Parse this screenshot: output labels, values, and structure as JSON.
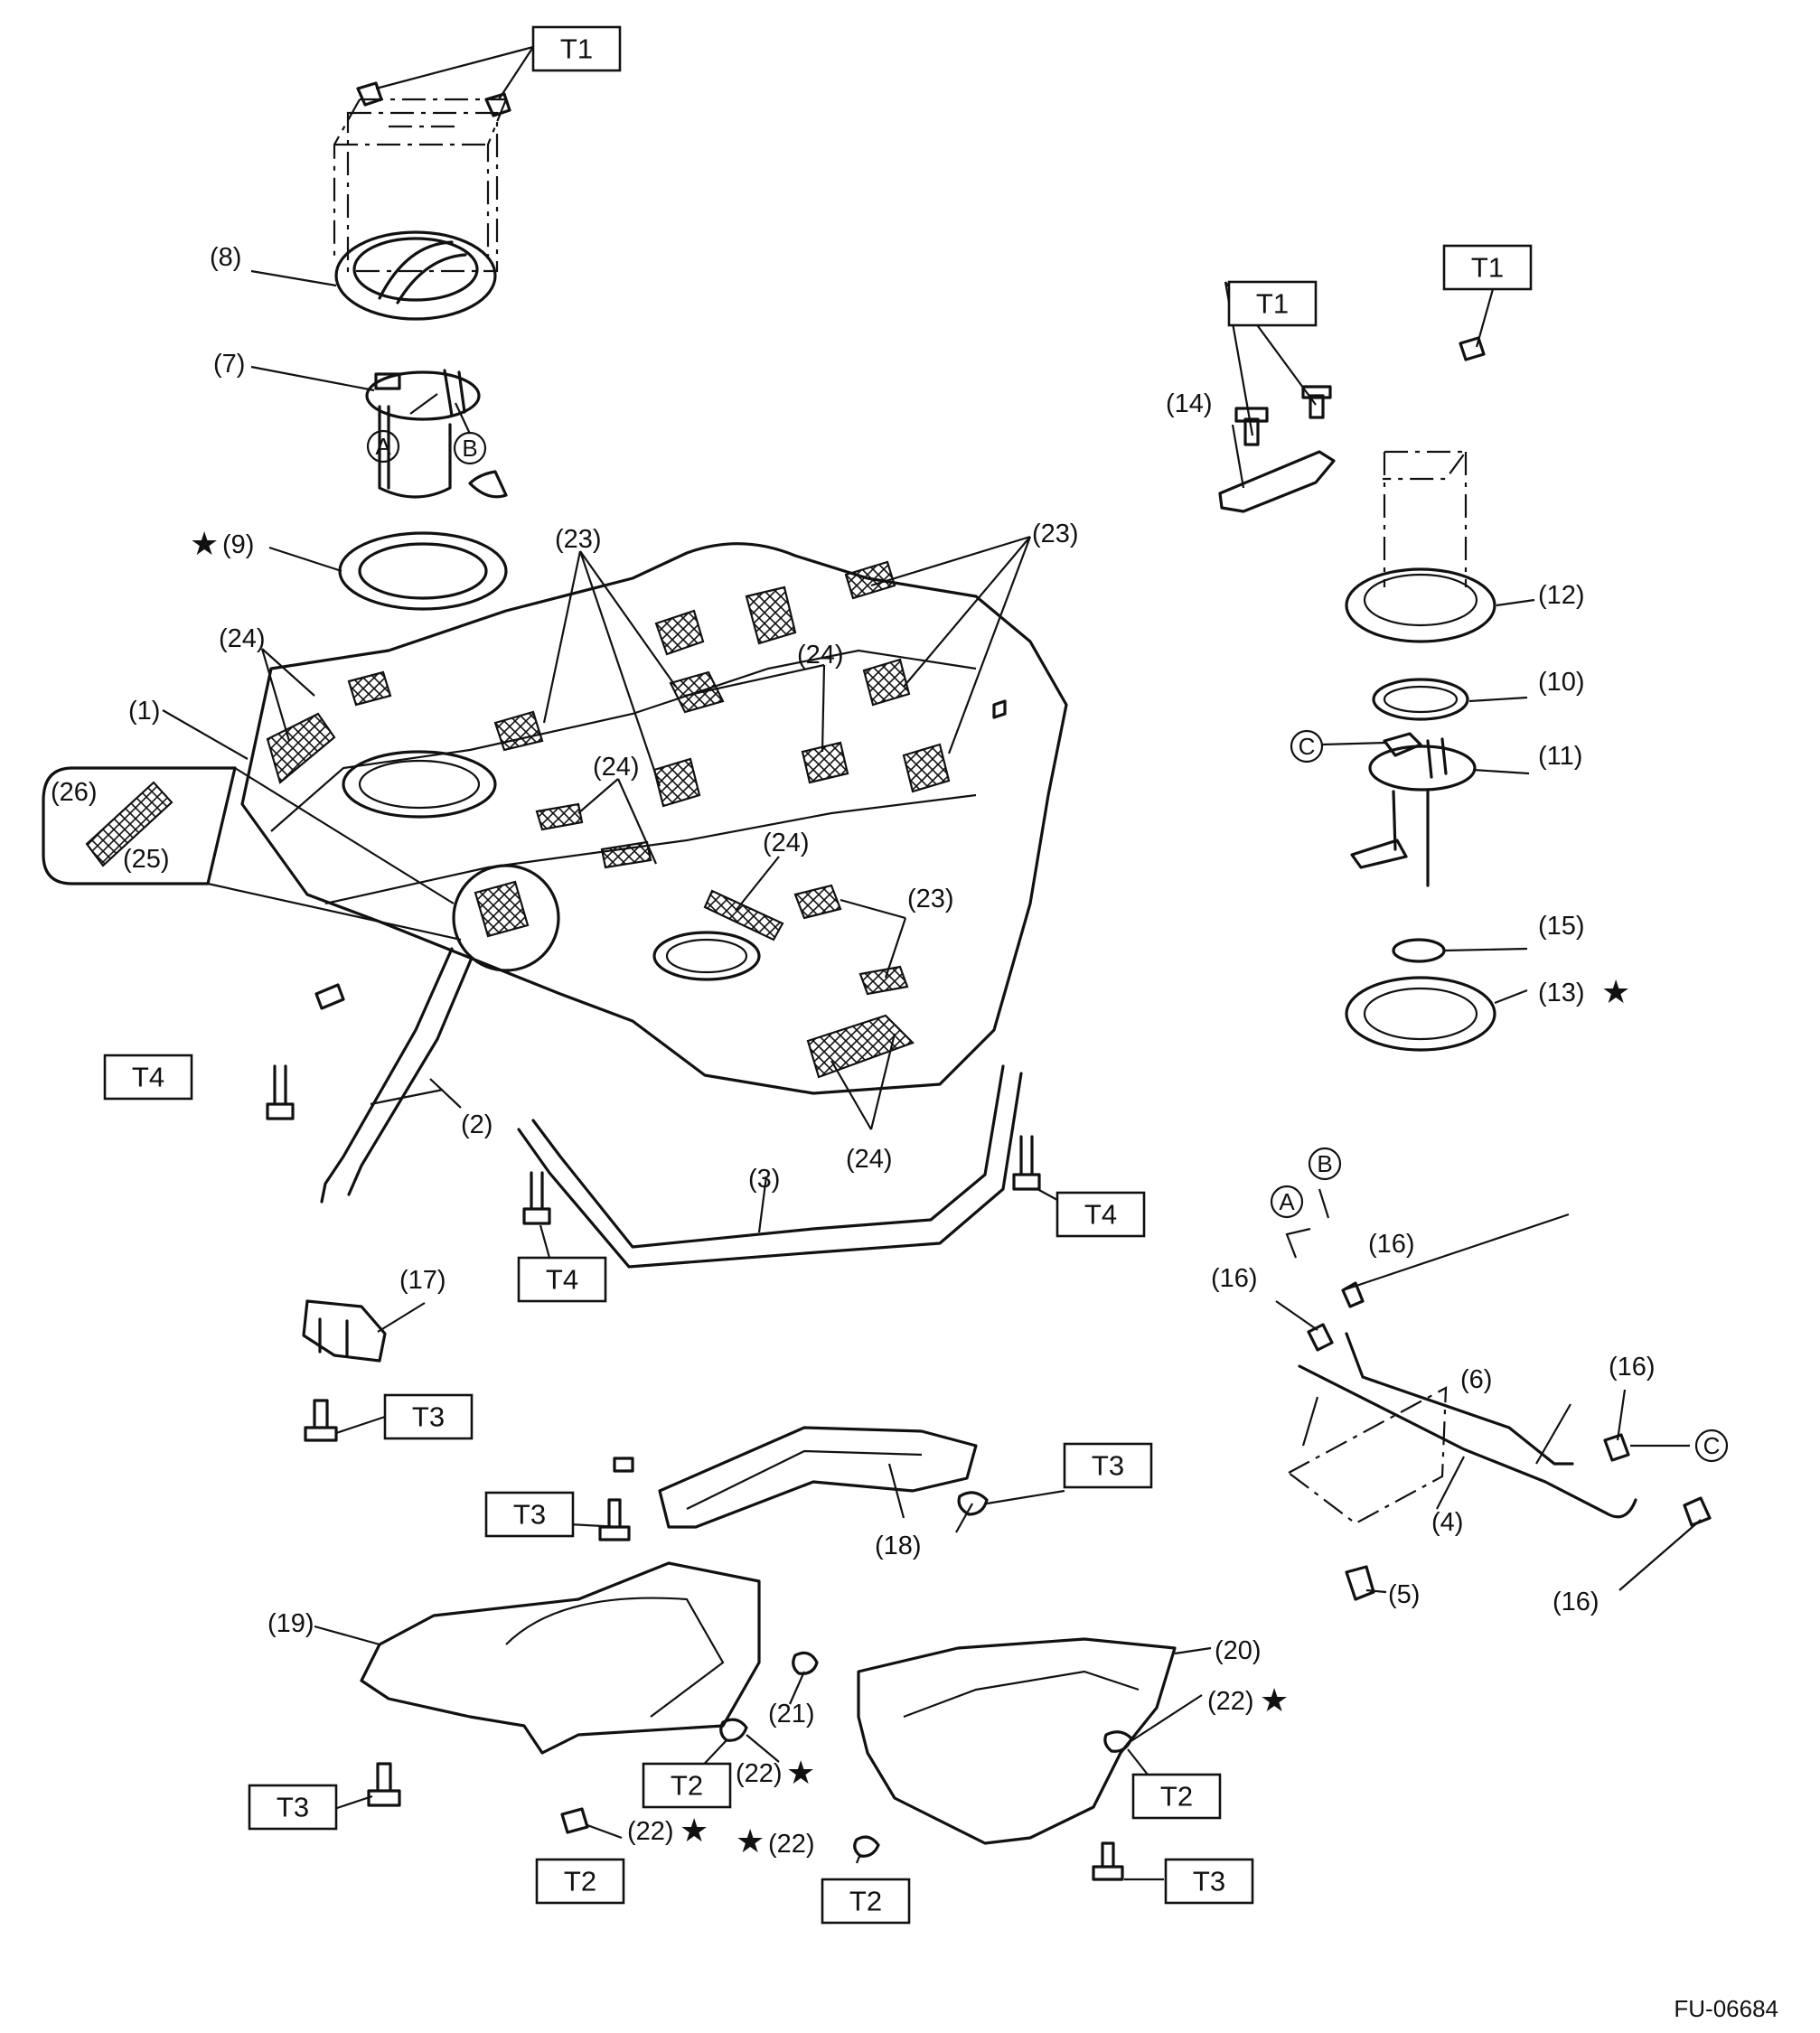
{
  "figure_id": "FU-06684",
  "star_symbol": "★",
  "torque_labels": [
    "T1",
    "T2",
    "T3",
    "T4"
  ],
  "callouts": [
    "(1)",
    "(2)",
    "(3)",
    "(4)",
    "(5)",
    "(6)",
    "(7)",
    "(8)",
    "(9)",
    "(10)",
    "(11)",
    "(12)",
    "(13)",
    "(14)",
    "(15)",
    "(16)",
    "(17)",
    "(18)",
    "(19)",
    "(20)",
    "(21)",
    "(22)",
    "(23)",
    "(24)",
    "(25)",
    "(26)"
  ],
  "connection_marks": [
    "A",
    "B",
    "C"
  ],
  "colors": {
    "line": "#111111",
    "background": "#ffffff"
  }
}
